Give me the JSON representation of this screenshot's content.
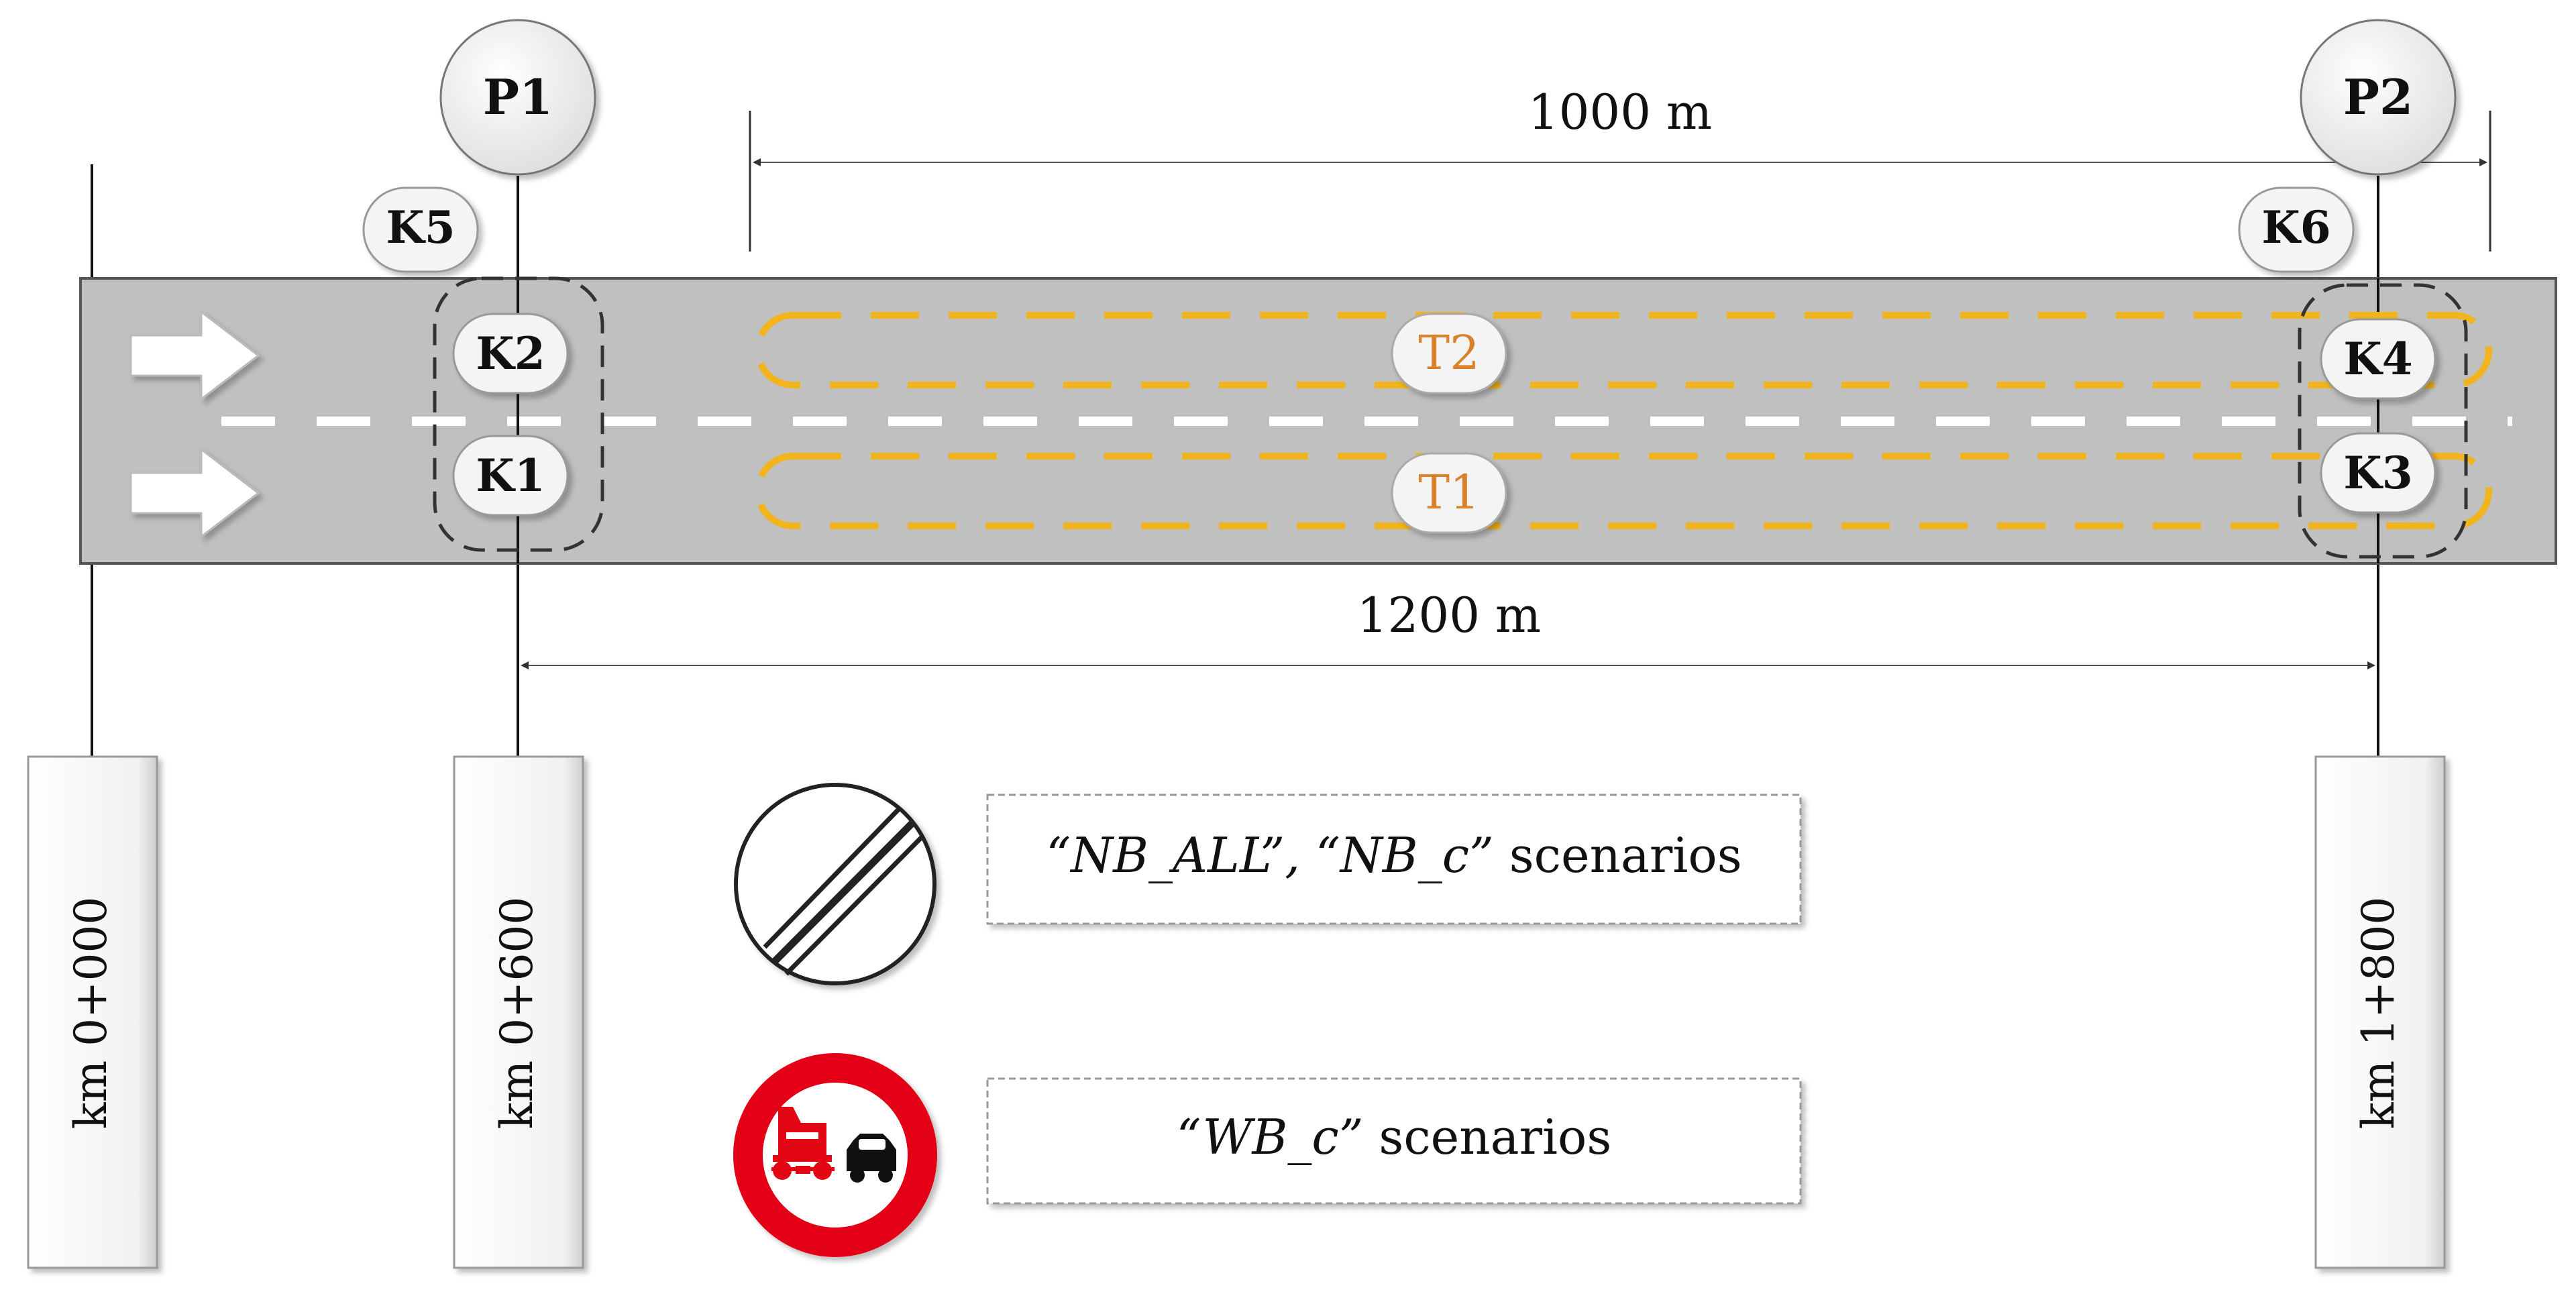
{
  "points": {
    "p1": "P1",
    "p2": "P2"
  },
  "detectors": {
    "k1": "K1",
    "k2": "K2",
    "k3": "K3",
    "k4": "K4",
    "k5": "K5",
    "k6": "K6"
  },
  "segments": {
    "t1": "T1",
    "t2": "T2"
  },
  "distances": {
    "top": "1000 m",
    "bottom": "1200 m"
  },
  "posts": {
    "km0": "km 0+000",
    "km600": "km 0+600",
    "km1800": "km 1+800"
  },
  "legend": {
    "nb_prefix": "“NB_ALL”, “NB_c”",
    "nb_suffix": " scenarios",
    "wb_prefix": "“WB_c”",
    "wb_suffix": " scenarios"
  },
  "colors": {
    "road": "#c0c0c0",
    "lane_marking": "#ffffff",
    "segment_dash": "#f2b41c",
    "segment_label": "#d9822b",
    "prohibition_red": "#e30613"
  },
  "icons": {
    "end_of_restriction": "end-of-restriction-sign-icon",
    "no_truck_overtaking": "no-overtaking-trucks-sign-icon",
    "traffic_direction": "arrow-right-icon"
  }
}
